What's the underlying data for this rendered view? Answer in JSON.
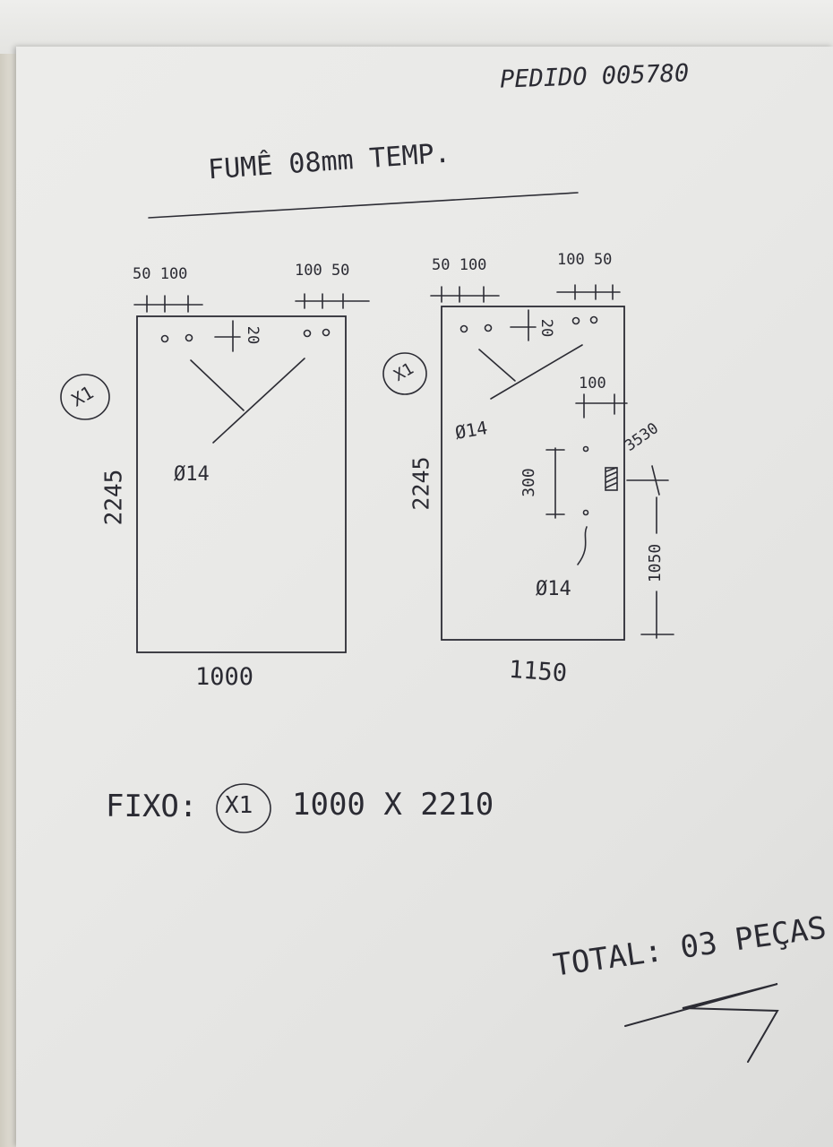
{
  "header": {
    "order_number": "PEDIDO 005780"
  },
  "glass_spec": "FUMÊ 08mm TEMP.",
  "piece_left": {
    "quantity": "X1",
    "top_left_offsets": "50 100",
    "top_right_offsets": "100 50",
    "hole_diameter": "Ø14",
    "side_dim": "20",
    "height": "2245",
    "width": "1000"
  },
  "piece_right": {
    "quantity": "X1",
    "top_left_offsets": "50 100",
    "top_right_offsets": "100 50",
    "side_dim": "20",
    "hole_diameter_top": "Ø14",
    "edge_offset": "100",
    "hole_spacing": "300",
    "hole_diameter_lock": "Ø14",
    "dim_upper": "3530",
    "dim_lower": "1050",
    "height": "2245",
    "width": "1150"
  },
  "fixed_panel": {
    "label": "FIXO:",
    "quantity": "X1",
    "dimensions": "1000 X 2210"
  },
  "total": "TOTAL: 03 PEÇAS"
}
